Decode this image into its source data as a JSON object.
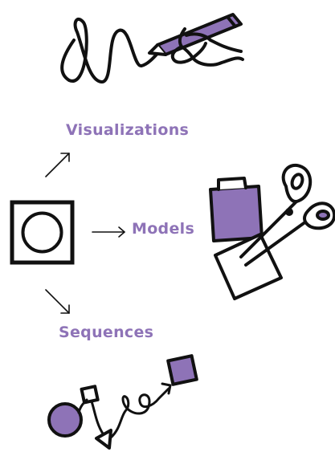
{
  "labels": {
    "visualizations": "Visualizations",
    "models": "Models",
    "sequences": "Sequences"
  },
  "colors": {
    "accent": "#8e73b7",
    "ink": "#111111",
    "background": "#ffffff"
  },
  "icons": {
    "source": "concentric-square-circle-icon",
    "visualizations": "hand-drawing-squiggle-icon",
    "models": "scissors-cut-shapes-icon",
    "sequences": "shapes-path-sequence-icon",
    "arrows": [
      "arrow-up-right-icon",
      "arrow-right-icon",
      "arrow-down-right-icon"
    ]
  }
}
